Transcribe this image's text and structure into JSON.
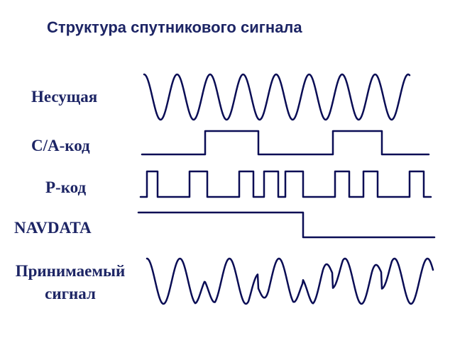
{
  "title": "Структура спутникового сигнала",
  "labels": {
    "carrier": "Несущая",
    "ca_code": "C/A-код",
    "p_code": "P-код",
    "navdata": "NAVDATA",
    "received_line1": "Принимаемый",
    "received_line2": "сигнал"
  },
  "colors": {
    "text": "#1d2565",
    "signal": "#0a0d55"
  }
}
